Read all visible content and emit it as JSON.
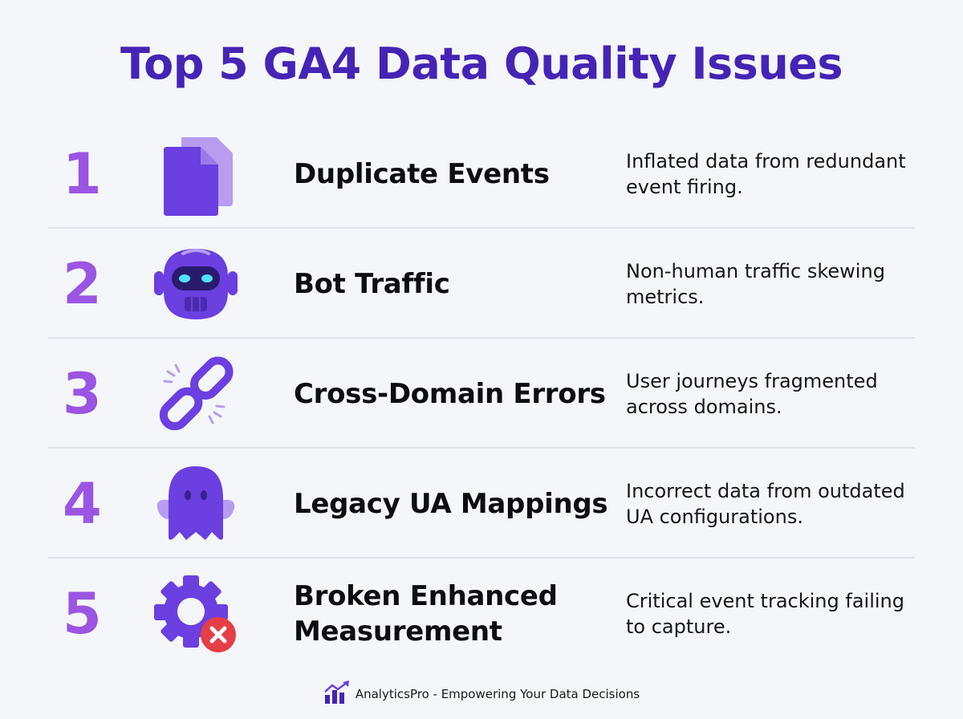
{
  "title": "Top 5 GA4 Data Quality Issues",
  "colors": {
    "title": "#4524b5",
    "number": "#9a55e3",
    "icon_primary": "#6b3fe0",
    "icon_light": "#b79cf0",
    "error_badge": "#e53e47",
    "eye_glow": "#4fe3ff"
  },
  "issues": [
    {
      "number": "1",
      "icon": "documents-icon",
      "name": "Duplicate Events",
      "description": "Inflated data from redundant event firing."
    },
    {
      "number": "2",
      "icon": "robot-icon",
      "name": "Bot Traffic",
      "description": "Non-human traffic skewing metrics."
    },
    {
      "number": "3",
      "icon": "broken-link-icon",
      "name": "Cross-Domain Errors",
      "description": "User journeys fragmented across domains."
    },
    {
      "number": "4",
      "icon": "ghost-icon",
      "name": "Legacy UA Mappings",
      "description": "Incorrect data from outdated UA configurations."
    },
    {
      "number": "5",
      "icon": "gear-error-icon",
      "name": "Broken Enhanced Measurement",
      "description": "Critical event tracking failing to capture."
    }
  ],
  "footer": {
    "logo_icon": "chart-logo-icon",
    "text": "AnalyticsPro - Empowering Your Data Decisions"
  }
}
